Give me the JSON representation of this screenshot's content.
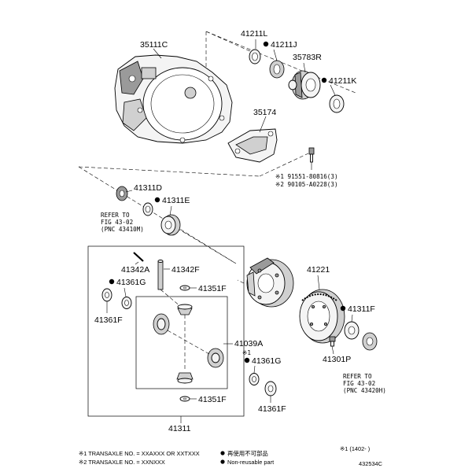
{
  "labels": {
    "p35111c": "35111C",
    "p41211l": "41211L",
    "p41211j": "41211J",
    "p35783r": "35783R",
    "p41211k": "41211K",
    "p35174": "35174",
    "bolt1": "※1 91551-80816(3)",
    "bolt2": "※2 90105-A0228(3)",
    "p41311d": "41311D",
    "p41311e": "41311E",
    "ref1_a": "REFER TO",
    "ref1_b": "FIG 43-02",
    "ref1_c": "(PNC 43410M)",
    "p41342a": "41342A",
    "p41342f": "41342F",
    "p41361g_top": "41361G",
    "p41351f_top": "41351F",
    "p41361f_left": "41361F",
    "p41039a": "41039A",
    "p41361g_bot": "41361G",
    "p41351f_bot": "41351F",
    "p41361f_bot": "41361F",
    "p41311": "41311",
    "p41221": "41221",
    "p41311f": "41311F",
    "p41301p": "41301P",
    "ref2_a": "REFER TO",
    "ref2_b": "FIG 43-02",
    "ref2_c": "(PNC 43420H)"
  },
  "footer": {
    "note1": "※1 TRANSAXLE NO. = XXAXXX OR XXTXXX",
    "note2": "※2 TRANSAXLE NO. = XXNXXX",
    "legend_jp": "再使用不可部品",
    "legend_en": "Non-reusable part",
    "range": "※1 (1402-      )",
    "fig_id": "432534C"
  }
}
